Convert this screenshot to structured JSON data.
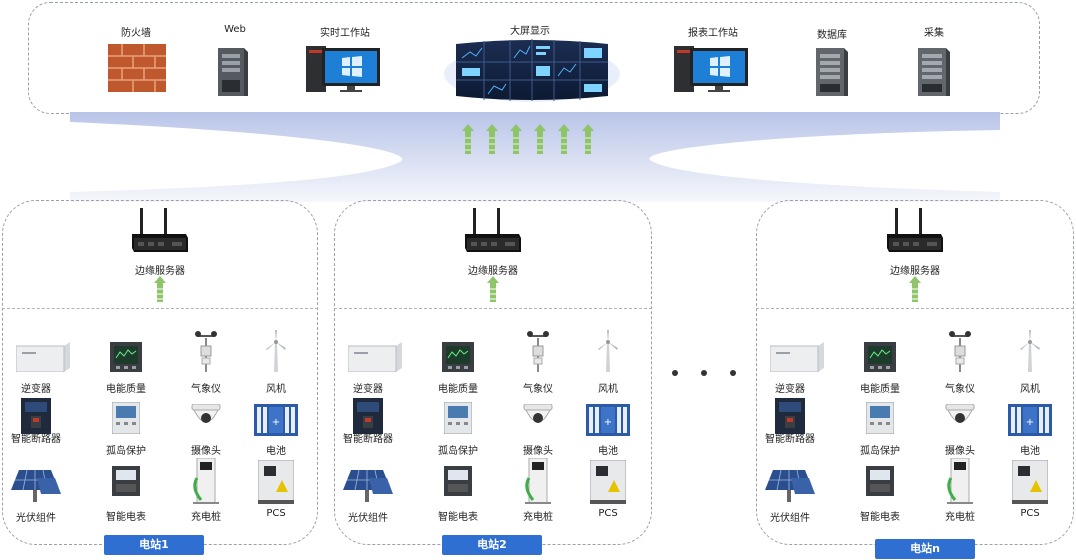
{
  "top": {
    "items": [
      {
        "id": "firewall",
        "label": "防火墙",
        "icon": "firewall-icon"
      },
      {
        "id": "web",
        "label": "Web",
        "icon": "server-tower-icon"
      },
      {
        "id": "realtime",
        "label": "实时工作站",
        "icon": "workstation-icon"
      },
      {
        "id": "bigscreen",
        "label": "大屏显示",
        "icon": "video-wall-icon"
      },
      {
        "id": "report",
        "label": "报表工作站",
        "icon": "workstation-icon"
      },
      {
        "id": "database",
        "label": "数据库",
        "icon": "server-tower-icon"
      },
      {
        "id": "collect",
        "label": "采集",
        "icon": "server-tower-icon"
      }
    ]
  },
  "edge_label": "边缘服务器",
  "devices": {
    "inverter": "逆变器",
    "power_quality": "电能质量",
    "weather": "气象仪",
    "wind": "风机",
    "breaker": "智能断路器",
    "island": "孤岛保护",
    "camera": "摄像头",
    "battery": "电池",
    "pv": "光伏组件",
    "meter": "智能电表",
    "charger": "充电桩",
    "pcs": "PCS"
  },
  "stations": [
    {
      "name": "电站1"
    },
    {
      "name": "电站2"
    },
    {
      "name": "电站n"
    }
  ],
  "colors": {
    "badge": "#2f6fd1",
    "arrow": "#8fc46a",
    "firewall": "#c0582e"
  }
}
